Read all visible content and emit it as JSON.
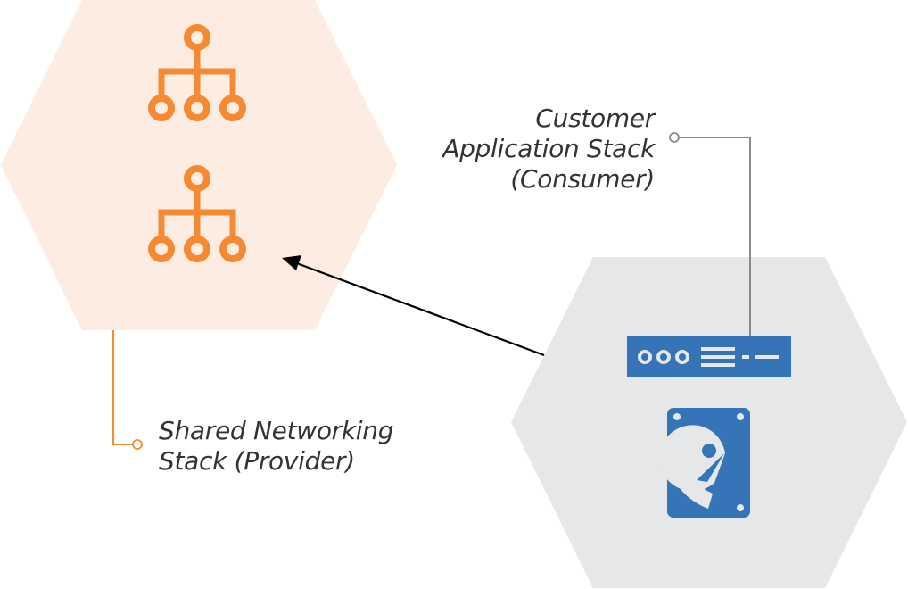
{
  "colors": {
    "provider_hex_fill": "#fdece1",
    "consumer_hex_fill": "#e6e7e9",
    "network_icon": "#f58a33",
    "server_icon": "#3574b6",
    "icon_detail": "#e6e7e9",
    "provider_connector": "#f58a33",
    "consumer_connector": "#8a8a8a",
    "arrow": "#000000",
    "text": "#333333"
  },
  "nodes": {
    "provider": {
      "icons": [
        "network-hierarchy-icon",
        "network-hierarchy-icon"
      ],
      "label_lines": [
        "Shared Networking",
        "Stack (Provider)"
      ]
    },
    "consumer": {
      "icons": [
        "server-rack-icon",
        "hard-drive-icon"
      ],
      "label_lines": [
        "Customer",
        "Application Stack",
        "(Consumer)"
      ]
    }
  },
  "edges": [
    {
      "from": "consumer",
      "to": "provider",
      "style": "arrow"
    }
  ]
}
